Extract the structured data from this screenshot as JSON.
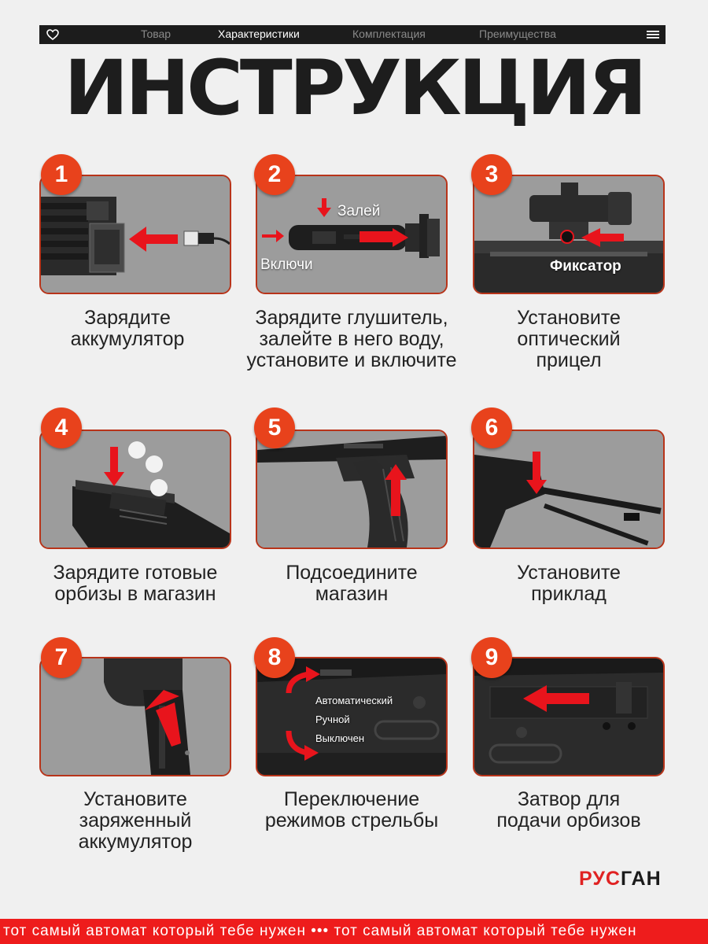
{
  "nav": {
    "tabs": [
      {
        "label": "Товар",
        "active": false
      },
      {
        "label": "Характеристики",
        "active": true
      },
      {
        "label": "Комплектация",
        "active": false
      },
      {
        "label": "Преимущества",
        "active": false
      }
    ],
    "icons": {
      "left": "heart-icon",
      "right": "menu-icon"
    }
  },
  "title": "ИНСТРУКЦИЯ",
  "steps": [
    {
      "num": "1",
      "caption": "Зарядите\nаккумулятор"
    },
    {
      "num": "2",
      "caption": "Зарядите глушитель,\nзалейте в него воду,\nустановите и включите",
      "labels": [
        "Залей",
        "Включи"
      ]
    },
    {
      "num": "3",
      "caption": "Установите\nоптический\nприцел",
      "labels": [
        "Фиксатор"
      ]
    },
    {
      "num": "4",
      "caption": "Зарядите готовые\nорбизы в магазин"
    },
    {
      "num": "5",
      "caption": "Подсоедините\nмагазин"
    },
    {
      "num": "6",
      "caption": "Установите\nприклад"
    },
    {
      "num": "7",
      "caption": "Установите\nзаряженный\nаккумулятор"
    },
    {
      "num": "8",
      "caption": "Переключение\nрежимов стрельбы",
      "labels": [
        "Автоматический",
        "Ручной",
        "Выключен"
      ]
    },
    {
      "num": "9",
      "caption": "Затвор для\nподачи орбизов"
    }
  ],
  "brand": {
    "part1": "РУС",
    "part2": "ГАН"
  },
  "ticker": "тот самый автомат который тебе нужен ••• тот самый автомат который тебе нужен",
  "colors": {
    "accent": "#e8421c",
    "border": "#b8341a",
    "arrow": "#e8141c",
    "ticker": "#ee1c1c"
  }
}
